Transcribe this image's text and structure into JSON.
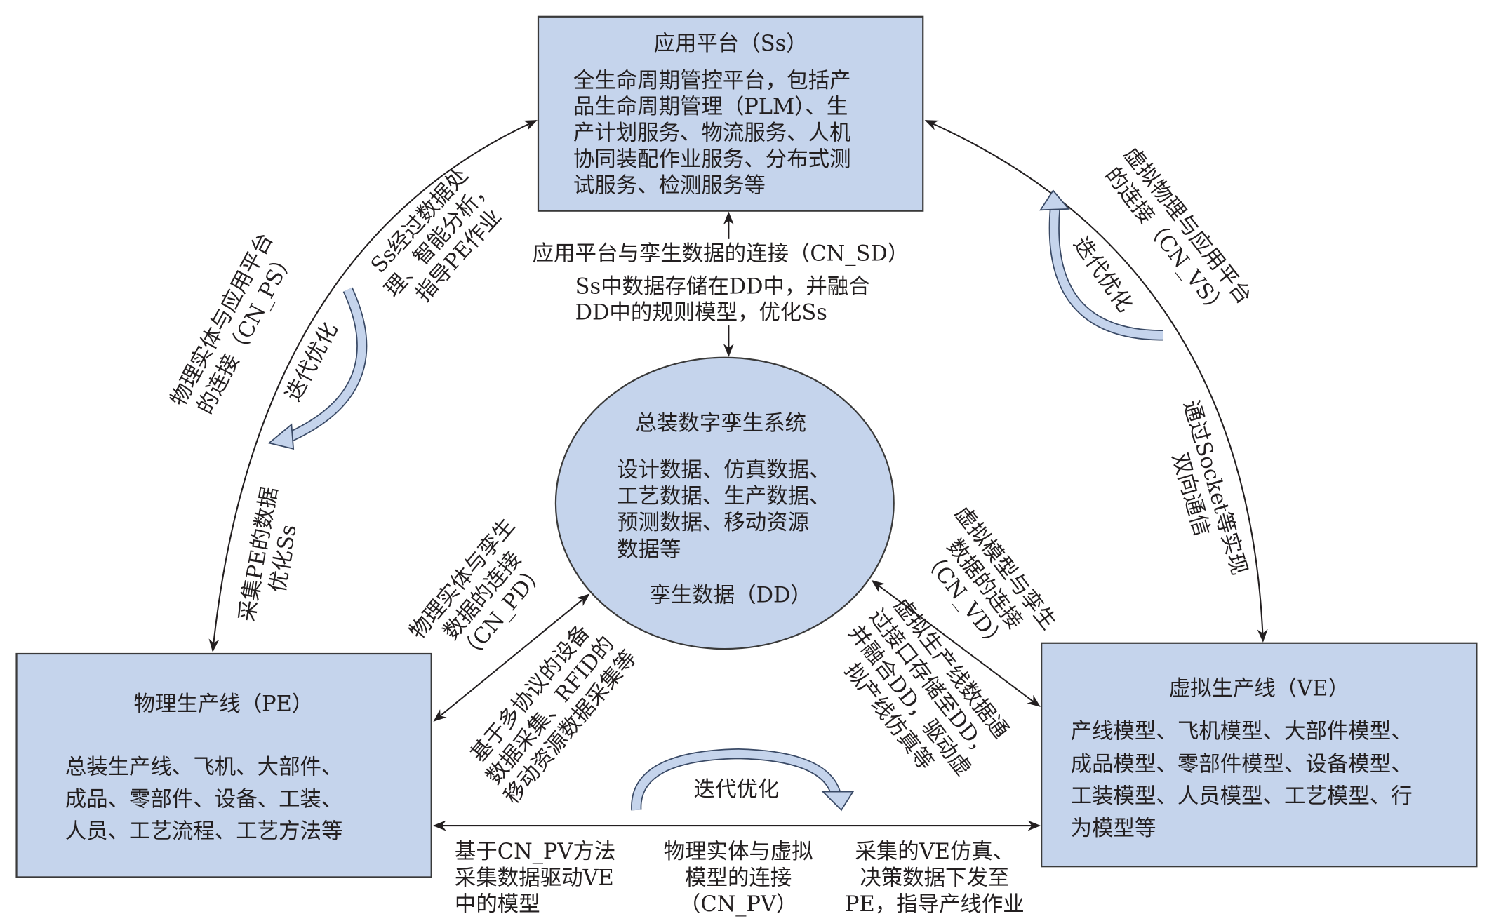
{
  "top_box": {
    "title": "应用平台（Ss）",
    "lines": [
      "全生命周期管控平台，包括产",
      "品生命周期管理（PLM）、生",
      "产计划服务、物流服务、人机",
      "协同装配作业服务、分布式测",
      "试服务、检测服务等"
    ]
  },
  "center": {
    "title": "总装数字孪生系统",
    "lines": [
      "设计数据、仿真数据、",
      "工艺数据、生产数据、",
      "预测数据、移动资源",
      "数据等"
    ],
    "subtitle": "孪生数据（DD）"
  },
  "left_box": {
    "title": "物理生产线（PE）",
    "lines": [
      "总装生产线、飞机、大部件、",
      "成品、零部件、设备、工装、",
      "人员、工艺流程、工艺方法等"
    ]
  },
  "right_box": {
    "title": "虚拟生产线（VE）",
    "lines": [
      "产线模型、飞机模型、大部件模型、",
      "成品模型、零部件模型、设备模型、",
      "工装模型、人员模型、工艺模型、行",
      "为模型等"
    ]
  },
  "cn_sd": [
    "应用平台与孪生数据的连接（CN_SD）",
    "Ss中数据存储在DD中，并融合",
    "DD中的规则模型，优化Ss"
  ],
  "cn_ps": {
    "name": [
      "物理实体与应用平台",
      "的连接（CN_PS）"
    ],
    "down": [
      "Ss经过数据处",
      "理、智能分析，",
      "指导PE作业"
    ],
    "up": [
      "采集PE的数据",
      "优化Ss"
    ],
    "loop": "迭代优化"
  },
  "cn_vs": {
    "name": [
      "虚拟物理与应用平台",
      "的连接（CN_VS）"
    ],
    "desc": [
      "通过Socket等实现",
      "双向通信"
    ],
    "loop": "迭代优化"
  },
  "cn_pd": {
    "name": [
      "物理实体与孪生",
      "数据的连接",
      "（CN_PD）"
    ],
    "desc": [
      "基于多协议的设备",
      "数据采集、RFID的",
      "移动资源数据采集等"
    ]
  },
  "cn_vd": {
    "name": [
      "虚拟模型与孪生",
      "数据的连接",
      "（CN_VD）"
    ],
    "desc": [
      "虚拟生产线数据通",
      "过接口存储至DD，",
      "并融合DD，驱动虚",
      "拟产线仿真等"
    ]
  },
  "cn_pv": {
    "loop": "迭代优化",
    "left": [
      "基于CN_PV方法",
      "采集数据驱动VE",
      "中的模型"
    ],
    "name": [
      "物理实体与虚拟",
      "模型的连接",
      "（CN_PV）"
    ],
    "right": [
      "采集的VE仿真、",
      "决策数据下发至",
      "PE，指导产线作业"
    ]
  }
}
